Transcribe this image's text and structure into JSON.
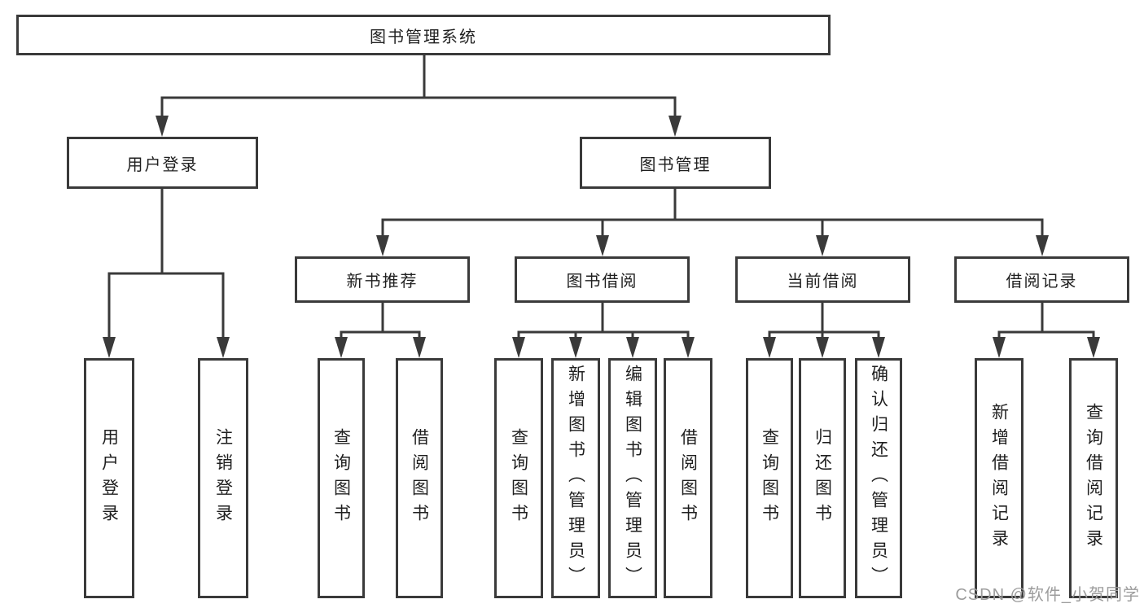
{
  "colors": {
    "line": "#3a3a3a",
    "text": "#1f1f1f",
    "watermark": "#9c9c9c",
    "background": "#ffffff"
  },
  "tree": {
    "root": "图书管理系统",
    "branches": [
      {
        "label": "用户登录",
        "children": [
          "用户登录",
          "注销登录"
        ]
      },
      {
        "label": "图书管理",
        "children": [
          {
            "label": "新书推荐",
            "children": [
              "查询图书",
              "借阅图书"
            ]
          },
          {
            "label": "图书借阅",
            "children": [
              "查询图书",
              "新增图书（管理员）",
              "编辑图书（管理员）",
              "借阅图书"
            ]
          },
          {
            "label": "当前借阅",
            "children": [
              "查询图书",
              "归还图书",
              "确认归还（管理员）"
            ]
          },
          {
            "label": "借阅记录",
            "children": [
              "新增借阅记录",
              "查询借阅记录"
            ]
          }
        ]
      }
    ]
  },
  "watermark": "CSDN @软件_小贺同学"
}
